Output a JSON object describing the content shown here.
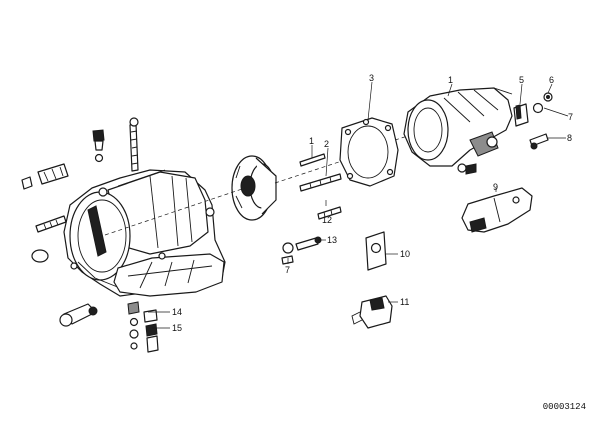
{
  "callouts": [
    {
      "id": "callout-1-top",
      "text": "1"
    },
    {
      "id": "callout-1-mid",
      "text": "1"
    },
    {
      "id": "callout-2",
      "text": "2"
    },
    {
      "id": "callout-3",
      "text": "3"
    },
    {
      "id": "callout-5",
      "text": "5"
    },
    {
      "id": "callout-6",
      "text": "6"
    },
    {
      "id": "callout-7-right",
      "text": "7"
    },
    {
      "id": "callout-8",
      "text": "8"
    },
    {
      "id": "callout-9",
      "text": "9"
    },
    {
      "id": "callout-10",
      "text": "10"
    },
    {
      "id": "callout-11",
      "text": "11"
    },
    {
      "id": "callout-12",
      "text": "12"
    },
    {
      "id": "callout-13",
      "text": "13"
    },
    {
      "id": "callout-7-left",
      "text": "7"
    },
    {
      "id": "callout-14",
      "text": "14"
    },
    {
      "id": "callout-15",
      "text": "15"
    }
  ],
  "diagram_id": "00003124"
}
